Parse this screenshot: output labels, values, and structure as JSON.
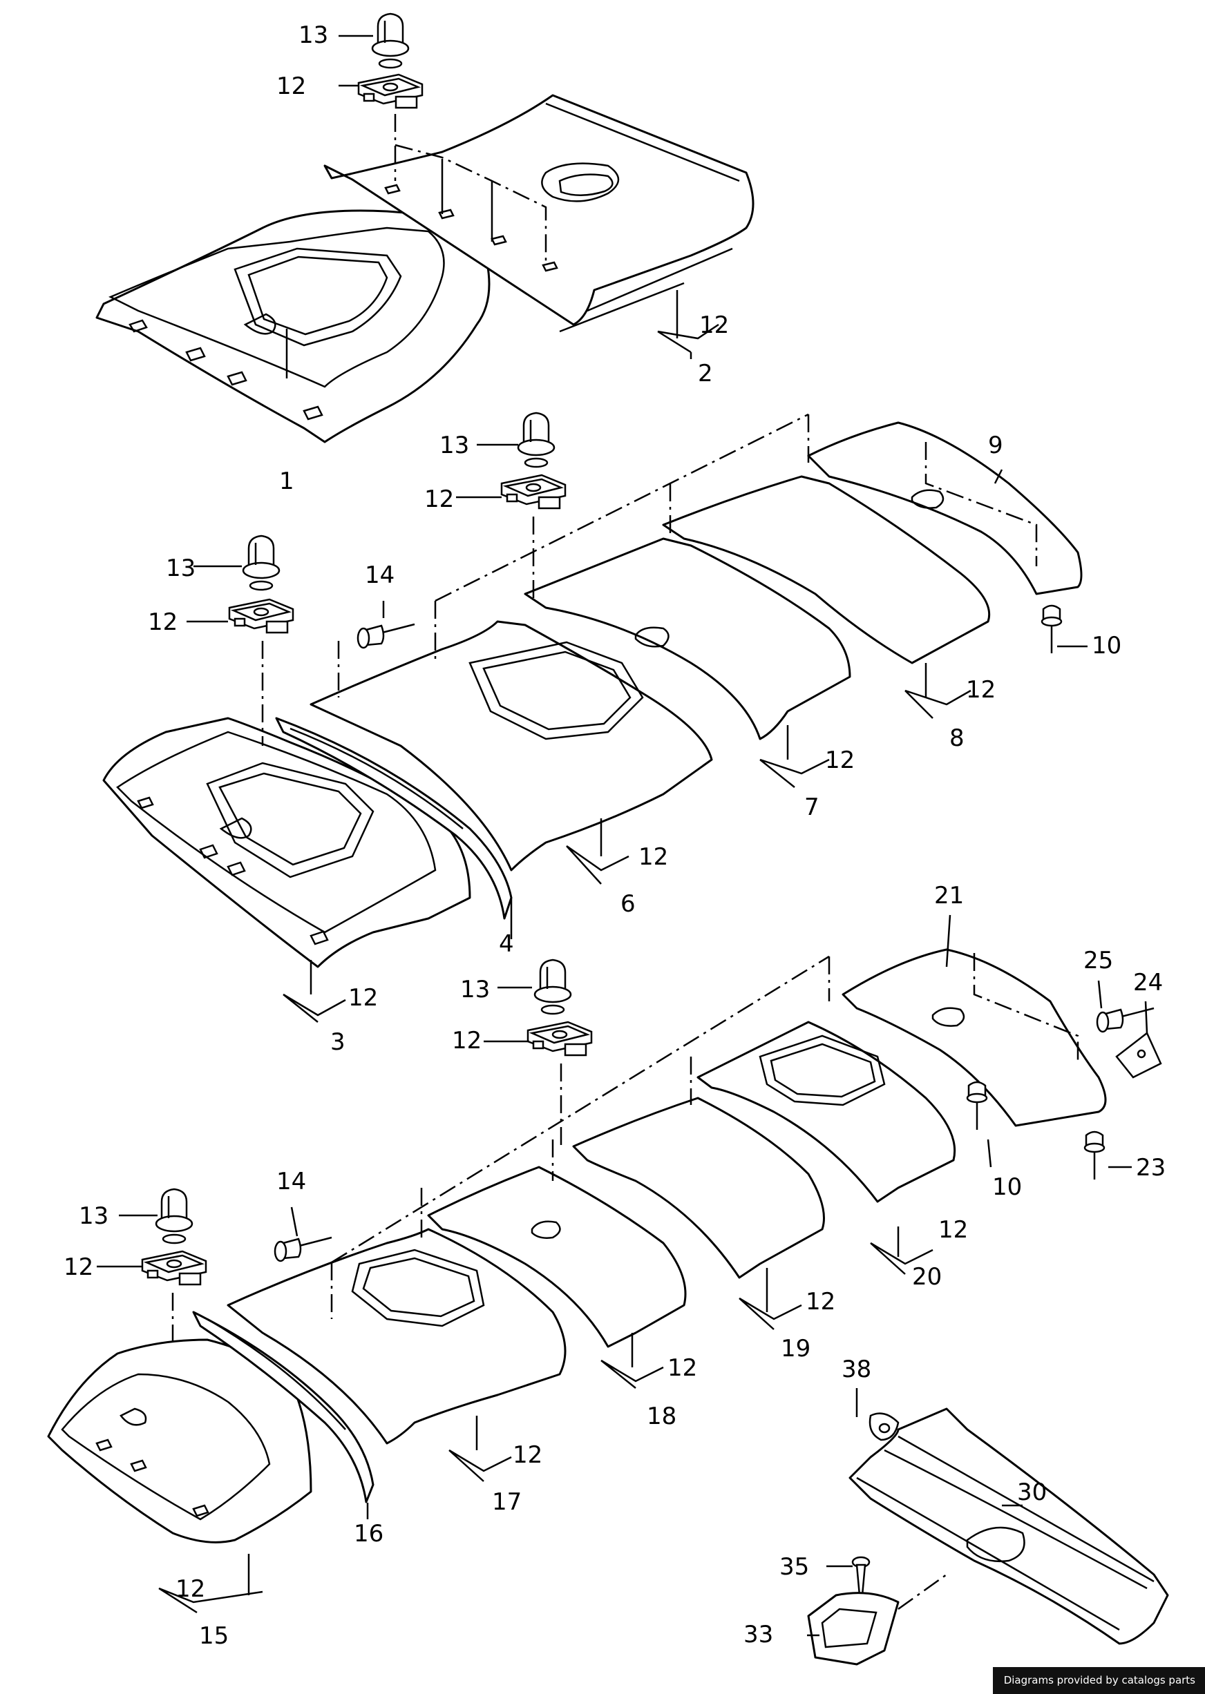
{
  "callouts": {
    "n1": "1",
    "n2": "2",
    "n3": "3",
    "n4": "4",
    "n6": "6",
    "n7": "7",
    "n8": "8",
    "n9": "9",
    "n10": "10",
    "n12": "12",
    "n13": "13",
    "n14": "14",
    "n15": "15",
    "n16": "16",
    "n17": "17",
    "n18": "18",
    "n19": "19",
    "n20": "20",
    "n21": "21",
    "n23": "23",
    "n24": "24",
    "n25": "25",
    "n30": "30",
    "n33": "33",
    "n35": "35",
    "n38": "38"
  },
  "footer": {
    "credit": "Diagrams provided by catalogs parts"
  }
}
